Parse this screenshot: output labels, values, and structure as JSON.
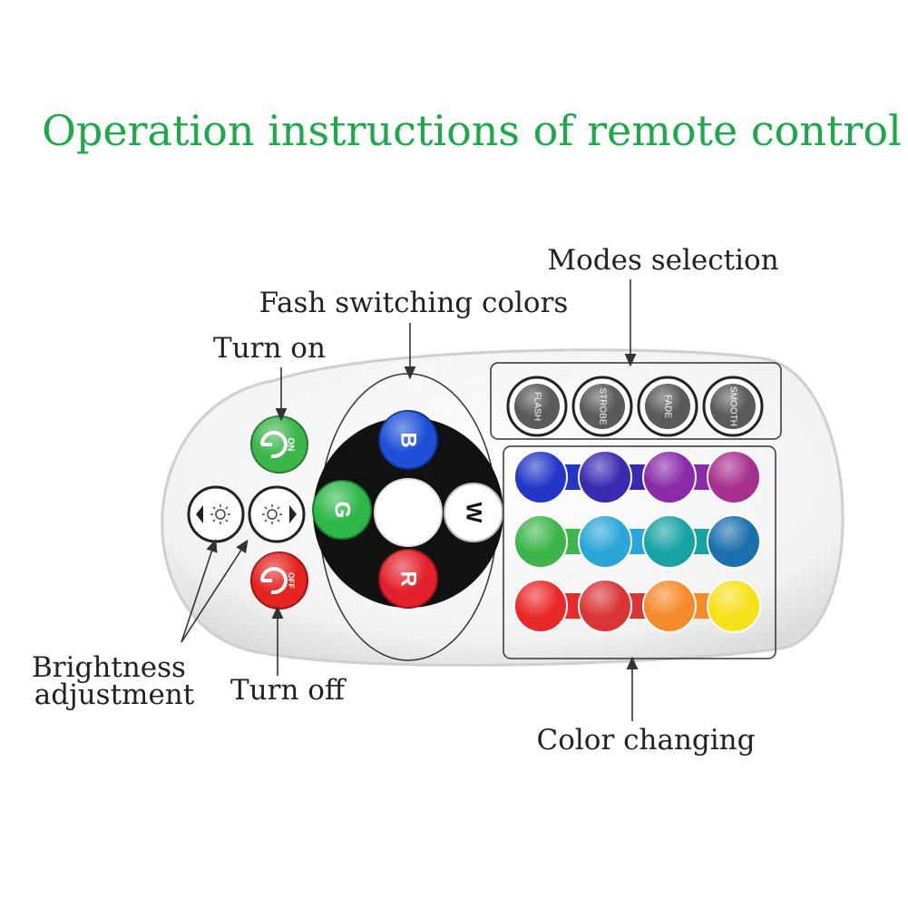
{
  "title": "Operation instructions of remote control",
  "colors": {
    "title": "#1fa84a",
    "on_button": "#3cb54a",
    "off_button": "#e52421",
    "b_button": "#1e4fd6",
    "g_button": "#2fb84a",
    "r_button": "#e3212b",
    "w_button": "#ffffff",
    "mode_button": "#5a5a5a",
    "remote_body": "#f4f4f4",
    "ring": "#111111"
  },
  "labels": {
    "modes_selection": "Modes selection",
    "flash_switching": "Fash switching colors",
    "turn_on": "Turn on",
    "turn_off": "Turn off",
    "brightness_line1": "Brightness",
    "brightness_line2": "adjustment",
    "color_changing": "Color changing"
  },
  "buttons": {
    "on": "ON",
    "off": "OFF",
    "b": "B",
    "g": "G",
    "r": "R",
    "w": "W",
    "modes": [
      "FLASH",
      "STROBE",
      "FADE",
      "SMOOTH"
    ],
    "brightness_icons": [
      "brightness-down-icon",
      "brightness-up-icon"
    ]
  },
  "color_rows": [
    [
      "#2436c8",
      "#3a2ab0",
      "#8a2aa8",
      "#a72f8f"
    ],
    [
      "#3db54a",
      "#2aa6d8",
      "#17a3a4",
      "#1a6fad"
    ],
    [
      "#ea2a2a",
      "#d93535",
      "#f58a2a",
      "#f7e11a"
    ]
  ]
}
